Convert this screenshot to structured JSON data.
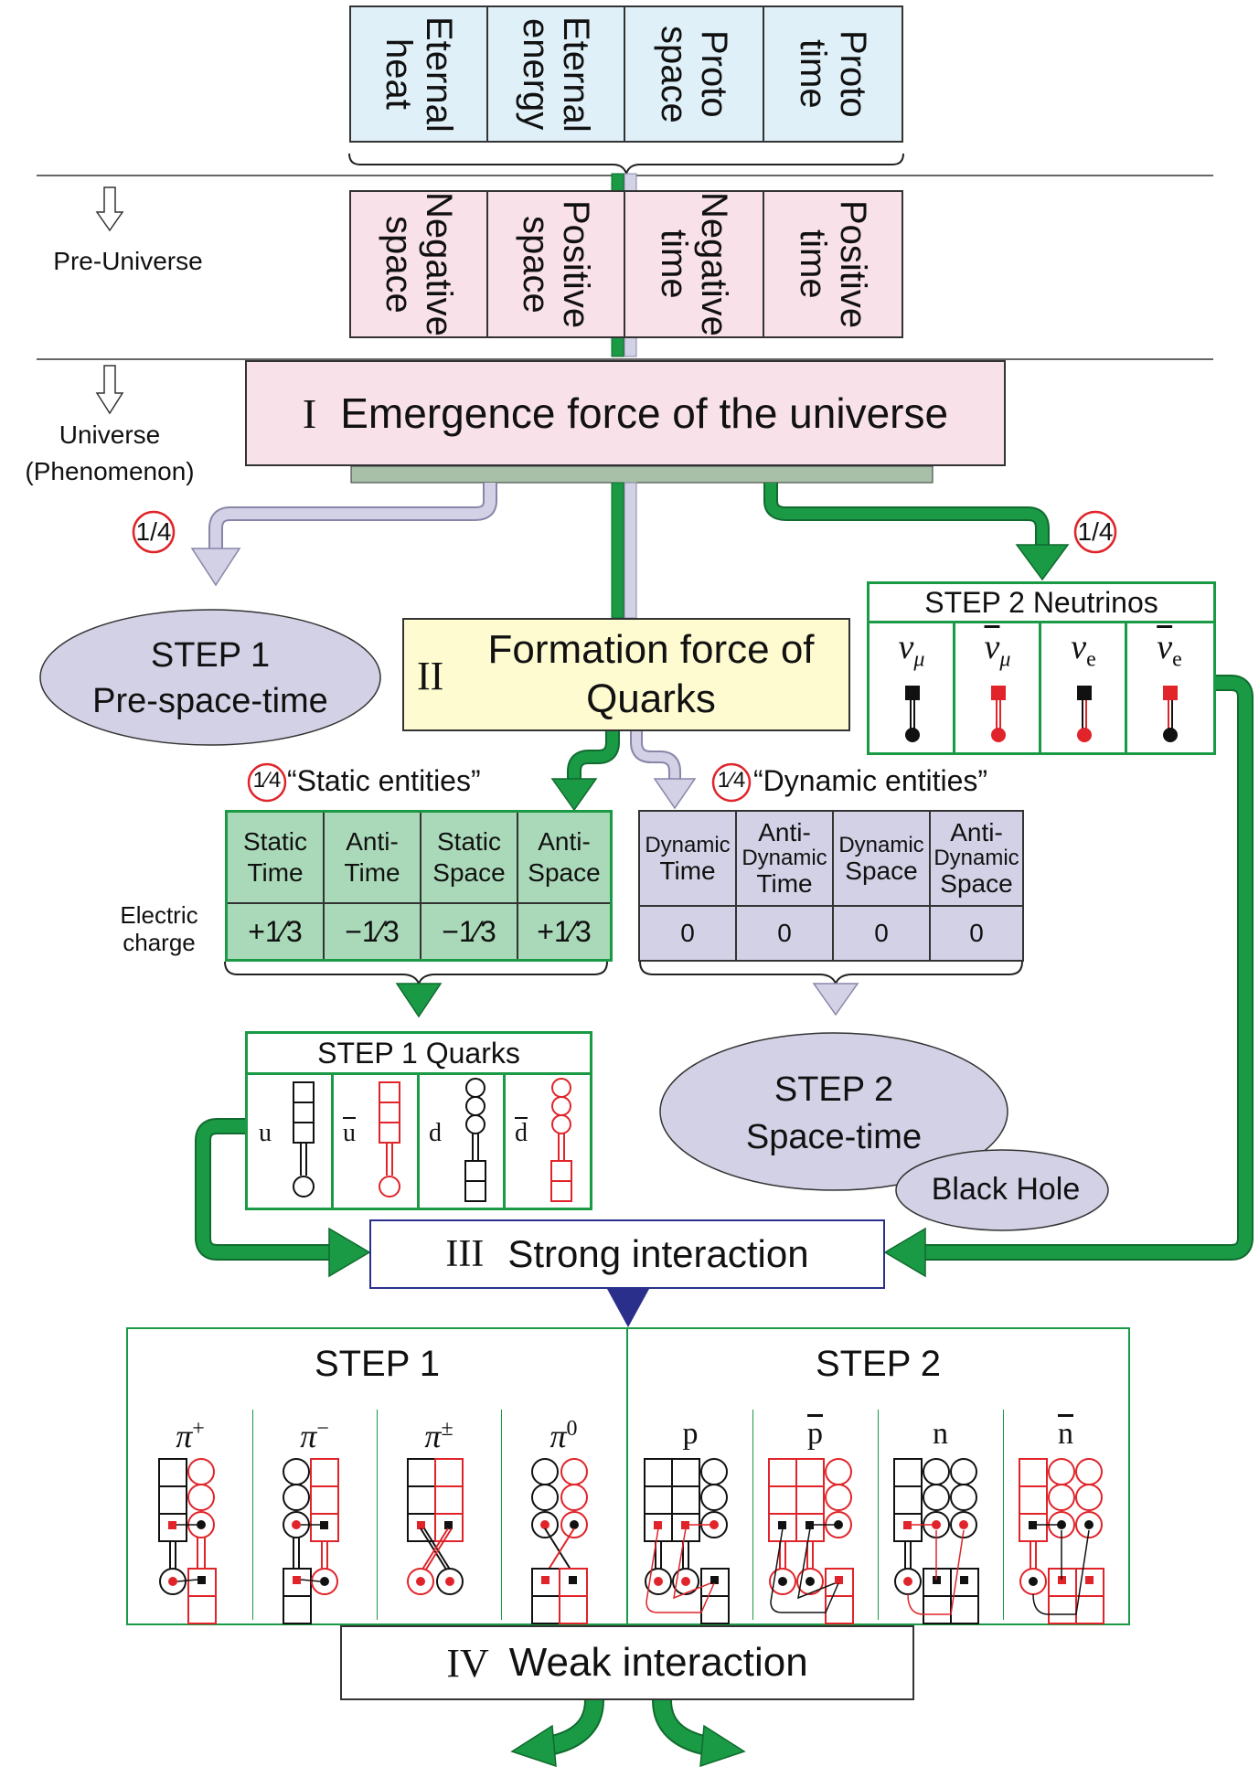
{
  "top_boxes": [
    {
      "line1": "Eternal",
      "line2": "heat"
    },
    {
      "line1": "Eternal",
      "line2": "energy"
    },
    {
      "line1": "Proto",
      "line2": "space"
    },
    {
      "line1": "Proto",
      "line2": "time"
    }
  ],
  "second_boxes": [
    {
      "line1": "Negative",
      "line2": "space"
    },
    {
      "line1": "Positive",
      "line2": "space"
    },
    {
      "line1": "Negative",
      "line2": "time"
    },
    {
      "line1": "Positive",
      "line2": "time"
    }
  ],
  "left_labels": {
    "pre_universe": "Pre-Universe",
    "universe": "Universe",
    "phenomenon": "(Phenomenon)"
  },
  "emergence": {
    "numeral": "I",
    "text": "Emergence force of the universe"
  },
  "fraction_left": "1/4",
  "fraction_right": "1/4",
  "step1_prespacetime": {
    "line1": "STEP 1",
    "line2": "Pre-space-time"
  },
  "formation": {
    "numeral": "II",
    "line1": "Formation force of",
    "line2": "Quarks"
  },
  "neutrinos": {
    "title": "STEP 2 Neutrinos",
    "cols": [
      {
        "sym": "ν",
        "sub": "μ",
        "bar": false
      },
      {
        "sym": "ν",
        "sub": "μ",
        "bar": true
      },
      {
        "sym": "ν",
        "sub": "e",
        "bar": false
      },
      {
        "sym": "ν",
        "sub": "e",
        "bar": true
      }
    ]
  },
  "static_entities": {
    "fraction": "1⁄4",
    "label": "“Static entities”",
    "headers": [
      {
        "line1": "Static",
        "line2": "Time"
      },
      {
        "line1": "Anti-",
        "line2": "Time"
      },
      {
        "line1": "Static",
        "line2": "Space"
      },
      {
        "line1": "Anti-",
        "line2": "Space"
      }
    ],
    "charges": [
      "+1⁄3",
      "−1⁄3",
      "−1⁄3",
      "+1⁄3"
    ]
  },
  "electric_charge": {
    "line1": "Electric",
    "line2": "charge"
  },
  "dynamic_entities": {
    "fraction": "1⁄4",
    "label": "“Dynamic entities”",
    "headers": [
      {
        "line1": "Dynamic",
        "line2": "Time",
        "line3": ""
      },
      {
        "line1": "Anti-",
        "line2": "Dynamic",
        "line3": "Time"
      },
      {
        "line1": "Dynamic",
        "line2": "Space",
        "line3": ""
      },
      {
        "line1": "Anti-",
        "line2": "Dynamic",
        "line3": "Space"
      }
    ],
    "charges": [
      "0",
      "0",
      "0",
      "0"
    ]
  },
  "quarks": {
    "title": "STEP 1 Quarks",
    "labels": [
      "u",
      "u",
      "d",
      "d"
    ]
  },
  "step2_spacetime": {
    "line1": "STEP 2",
    "line2": "Space-time"
  },
  "black_hole": "Black Hole",
  "strong": {
    "numeral": "III",
    "text": "Strong interaction"
  },
  "step1_title": "STEP 1",
  "step2_title": "STEP 2",
  "particles_step1": [
    {
      "sym": "π",
      "sup": "+"
    },
    {
      "sym": "π",
      "sup": "−"
    },
    {
      "sym": "π",
      "sup": "±"
    },
    {
      "sym": "π",
      "sup": "0"
    }
  ],
  "particles_step2": [
    {
      "sym": "p",
      "bar": false
    },
    {
      "sym": "p",
      "bar": true
    },
    {
      "sym": "n",
      "bar": false
    },
    {
      "sym": "n",
      "bar": true
    }
  ],
  "weak": {
    "numeral": "IV",
    "text": "Weak interaction"
  },
  "colors": {
    "top_fill": "#dff0f8",
    "pink_fill": "#f9e1ea",
    "green": "#1a9a45",
    "green_fill": "#a9d9b8",
    "lavender": "#d3d1e6",
    "lavender_stroke": "#a8a6c8",
    "yellow_fill": "#fefbd1",
    "red": "#e0242a",
    "navy": "#2a2f8c"
  }
}
